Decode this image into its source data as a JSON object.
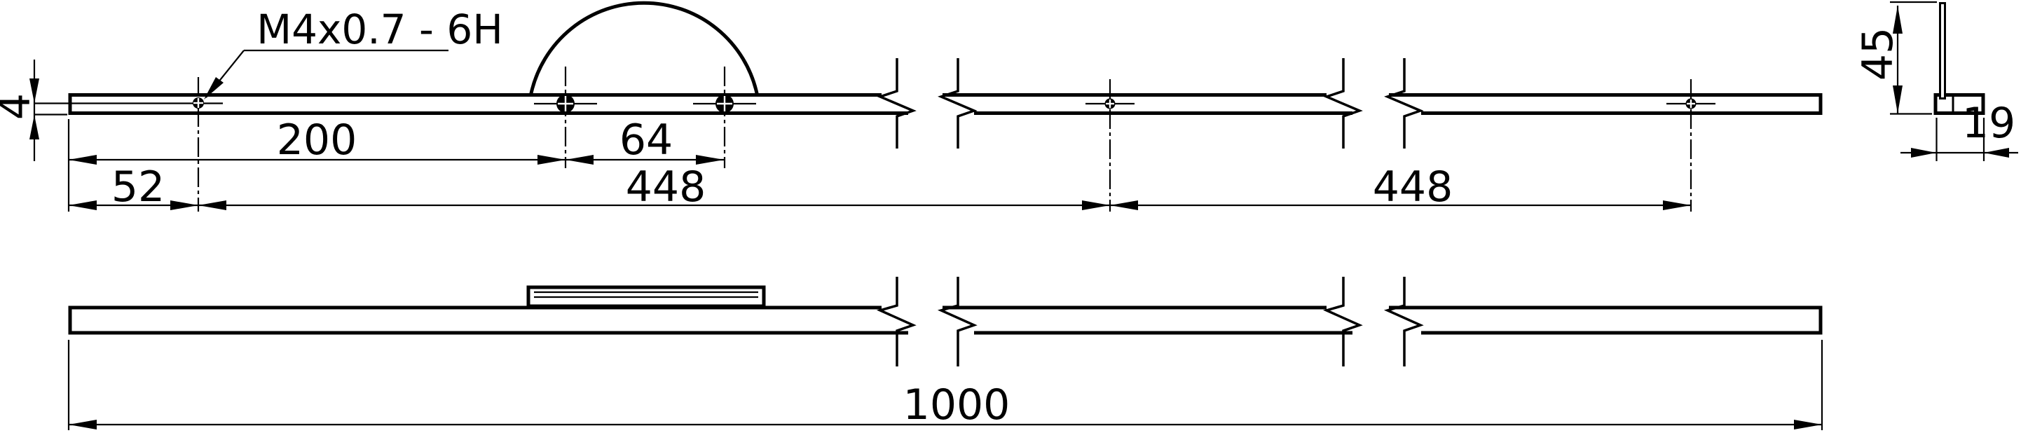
{
  "labels": {
    "thread_callout": "M4x0.7 - 6H",
    "thickness": "4",
    "offset_52": "52",
    "pos_200": "200",
    "spacing_64": "64",
    "span_448_left": "448",
    "span_448_right": "448",
    "profile_height_45": "45",
    "profile_width_19": "19",
    "total_length_1000": "1000"
  },
  "colors": {
    "line": "#000000",
    "background": "#ffffff"
  }
}
